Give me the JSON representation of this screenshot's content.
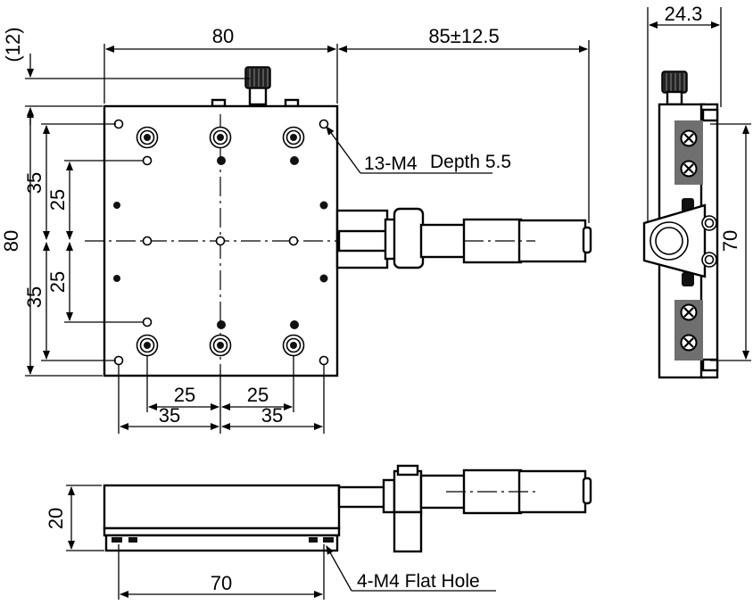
{
  "top_view": {
    "width_label": "80",
    "travel_label": "85±12.5",
    "offset_label": "(12)",
    "height_label": "80",
    "pitch_outer_label": "35",
    "pitch_inner_label": "25",
    "hole_callout": "13-M4",
    "hole_depth": "Depth 5.5"
  },
  "side_view": {
    "thickness_label": "24.3",
    "hole_pitch_label": "70"
  },
  "front_view": {
    "height_label": "20",
    "hole_pitch_label": "70",
    "hole_callout": "4-M4 Flat Hole"
  }
}
